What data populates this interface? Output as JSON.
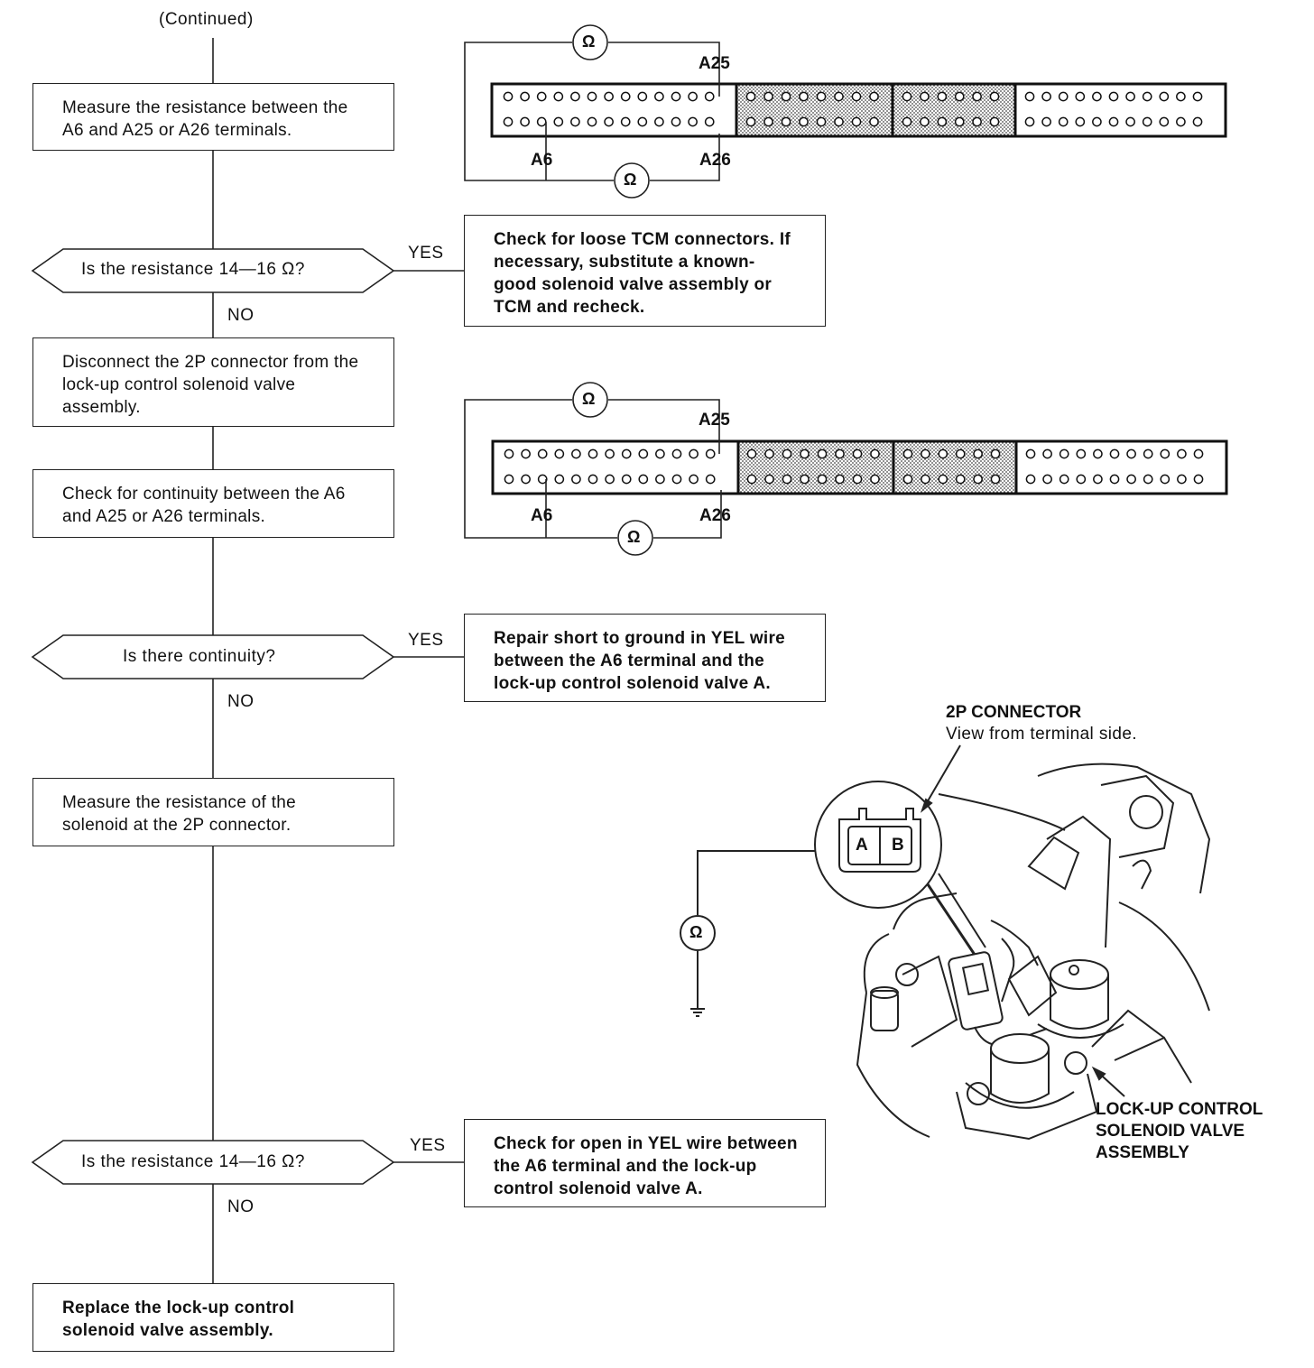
{
  "continued": "(Continued)",
  "steps": {
    "s1": "Measure the resistance between the A6 and A25 or A26 terminals.",
    "q1": "Is the resistance 14—16 Ω?",
    "r1": "Check for loose TCM connectors. If necessary, substitute a known-good solenoid valve assembly or TCM and recheck.",
    "s2": "Disconnect the 2P connector from the lock-up control solenoid valve assembly.",
    "s3": "Check for continuity between the A6 and A25 or A26 terminals.",
    "q2": "Is there continuity?",
    "r2": "Repair short to ground in YEL wire between the A6 terminal and the lock-up control solenoid valve A.",
    "s4": "Measure the resistance of the solenoid at the 2P connector.",
    "q3": "Is the resistance 14—16 Ω?",
    "r3": "Check for open in YEL wire between the A6 terminal and the lock-up control solenoid valve A.",
    "s5": "Replace the lock-up control solenoid valve assembly."
  },
  "branch": {
    "yes": "YES",
    "no": "NO"
  },
  "connector": {
    "a25": "A25",
    "a26": "A26",
    "a6": "A6",
    "ohm": "Ω"
  },
  "figure": {
    "title": "2P CONNECTOR",
    "subtitle": "View from terminal side.",
    "pin_a": "A",
    "pin_b": "B",
    "assembly_label": "LOCK-UP CONTROL SOLENOID VALVE ASSEMBLY"
  }
}
